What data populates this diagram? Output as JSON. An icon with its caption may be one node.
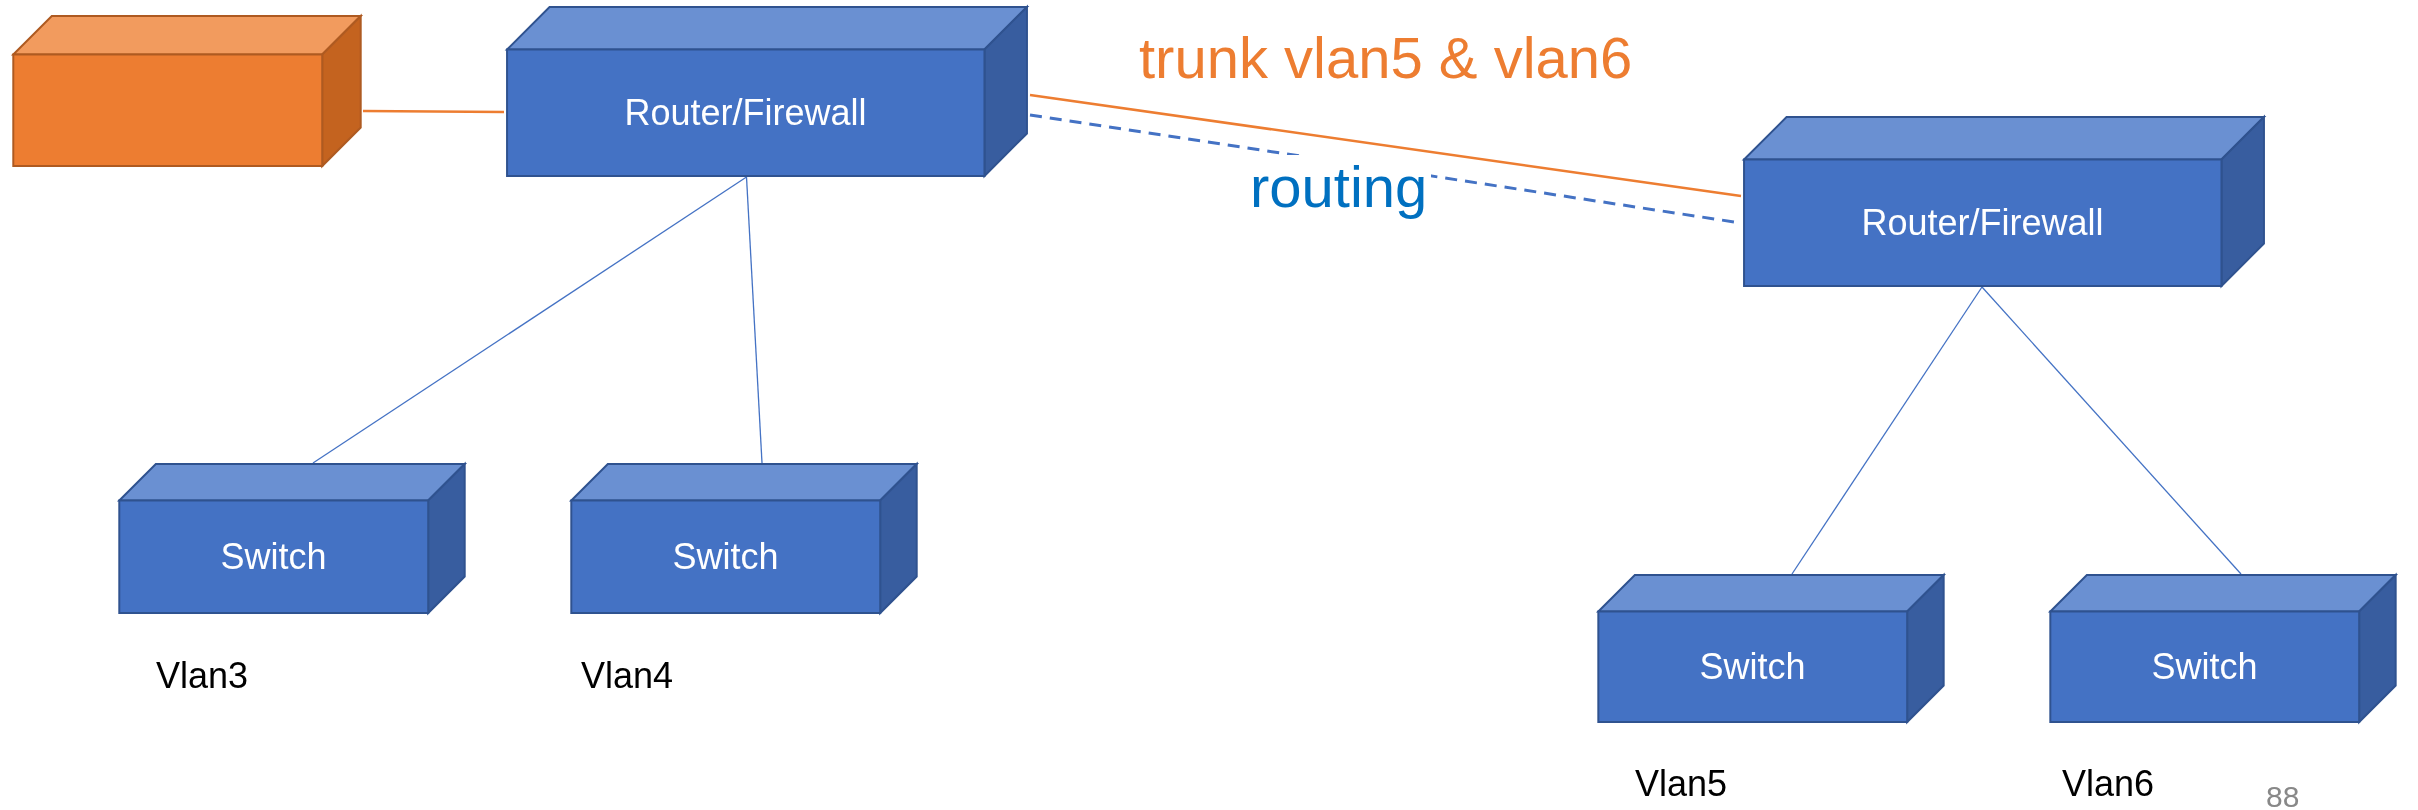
{
  "diagram": {
    "nodes": [
      {
        "text": [],
        "shape": "box"
      },
      {
        "text": [
          "Router/Firewall"
        ]
      },
      {
        "text": [
          "Router/Firewall"
        ]
      },
      {
        "text": [
          "Switch"
        ]
      },
      {
        "text": [
          "Switch"
        ]
      },
      {
        "text": [
          "Switch"
        ]
      },
      {
        "text": [
          "Switch"
        ]
      }
    ],
    "edges": [
      {
        "from": 0,
        "to": 1,
        "arrow": "none",
        "color": "#ed7d31"
      },
      {
        "from": 1,
        "to": 2,
        "arrow": "none",
        "label": "trunk vlan5 & vlan6",
        "color": "#ed7d31"
      },
      {
        "from": 1,
        "to": 2,
        "arrow": "none",
        "label": "routing",
        "style": "dashed"
      },
      {
        "from": 1,
        "to": 3,
        "arrow": "none"
      },
      {
        "from": 1,
        "to": 4,
        "arrow": "none"
      },
      {
        "from": 2,
        "to": 5,
        "arrow": "none"
      },
      {
        "from": 2,
        "to": 6,
        "arrow": "none"
      }
    ],
    "labels": [
      "Vlan3",
      "Vlan4",
      "Vlan5",
      "Vlan6",
      "88"
    ]
  }
}
